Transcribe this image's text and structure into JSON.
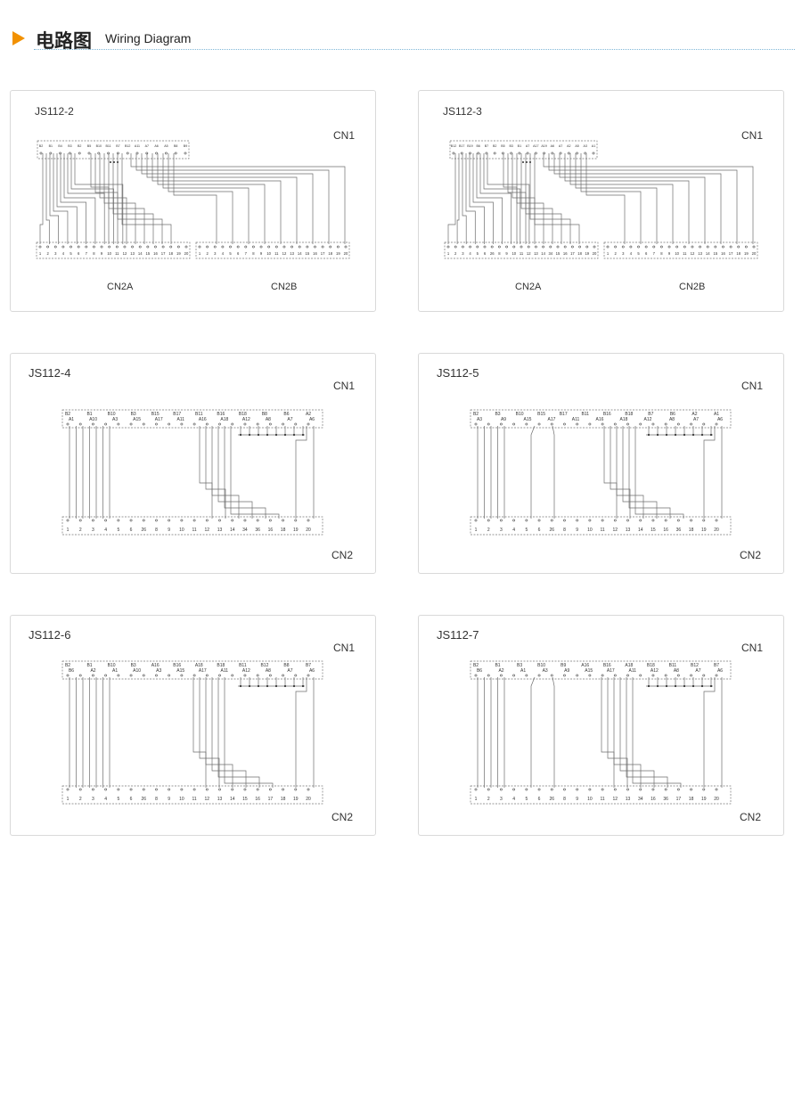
{
  "header": {
    "arrow_color": "#f29100",
    "title_zh": "电路图",
    "title_en": "Wiring Diagram"
  },
  "panels": [
    {
      "model": "JS112-2",
      "top_connector": "CN1",
      "bottom_connectors": [
        "CN2A",
        "CN2B"
      ],
      "cn1_labels": [
        "B2",
        "B1",
        "B4",
        "B3",
        "B2",
        "B5",
        "B10",
        "B11",
        "B7",
        "B12",
        "A11",
        "A7",
        "A6",
        "A5",
        "B8",
        "B9"
      ],
      "cn2a_pins": [
        "1",
        "2",
        "3",
        "4",
        "5",
        "6",
        "7",
        "8",
        "9",
        "10",
        "11",
        "12",
        "13",
        "14",
        "15",
        "16",
        "17",
        "18",
        "19",
        "20"
      ],
      "cn2b_pins": [
        "1",
        "2",
        "3",
        "4",
        "5",
        "6",
        "7",
        "8",
        "9",
        "10",
        "11",
        "12",
        "13",
        "14",
        "15",
        "16",
        "17",
        "18",
        "19",
        "20"
      ]
    },
    {
      "model": "JS112-3",
      "top_connector": "CN1",
      "bottom_connectors": [
        "CN2A",
        "CN2B"
      ],
      "cn1_labels": [
        "B12",
        "B17",
        "B19",
        "B6",
        "B7",
        "B2",
        "B5",
        "B3",
        "B1",
        "A7",
        "A17",
        "A19",
        "A6",
        "A7",
        "A2",
        "A5",
        "A3",
        "A1"
      ],
      "cn2a_pins": [
        "1",
        "2",
        "3",
        "4",
        "5",
        "6",
        "26",
        "8",
        "9",
        "10",
        "11",
        "12",
        "13",
        "14",
        "34",
        "15",
        "16",
        "17",
        "18",
        "19",
        "20"
      ],
      "cn2b_pins": [
        "1",
        "2",
        "3",
        "4",
        "5",
        "6",
        "7",
        "8",
        "9",
        "10",
        "11",
        "12",
        "13",
        "14",
        "15",
        "16",
        "17",
        "18",
        "19",
        "20"
      ]
    },
    {
      "model": "JS112-4",
      "top_connector": "CN1",
      "bottom_connectors": [
        "CN2"
      ],
      "cn1_labels": [
        "B2",
        "B1",
        "B10",
        "B3",
        "B15",
        "B17",
        "B11",
        "B16",
        "B18",
        "B8",
        "B6",
        "A2",
        "A1",
        "A10",
        "A3",
        "A15",
        "A17",
        "A11",
        "A16",
        "A18",
        "A12",
        "A8",
        "A7",
        "A6"
      ],
      "cn2_pins": [
        "1",
        "2",
        "3",
        "4",
        "5",
        "6",
        "26",
        "8",
        "9",
        "10",
        "11",
        "12",
        "13",
        "14",
        "34",
        "36",
        "16",
        "18",
        "19",
        "20"
      ]
    },
    {
      "model": "JS112-5",
      "top_connector": "CN1",
      "bottom_connectors": [
        "CN2"
      ],
      "cn1_labels": [
        "B2",
        "B3",
        "B10",
        "B15",
        "B17",
        "B11",
        "B16",
        "B18",
        "B7",
        "B6",
        "A2",
        "A1",
        "A3",
        "A9",
        "A15",
        "A17",
        "A11",
        "A16",
        "A18",
        "A12",
        "A8",
        "A7",
        "A6"
      ],
      "cn2_pins": [
        "1",
        "2",
        "3",
        "4",
        "5",
        "6",
        "26",
        "8",
        "9",
        "10",
        "11",
        "12",
        "13",
        "14",
        "15",
        "16",
        "36",
        "18",
        "19",
        "20"
      ]
    },
    {
      "model": "JS112-6",
      "top_connector": "CN1",
      "bottom_connectors": [
        "CN2"
      ],
      "cn1_labels": [
        "B2",
        "B1",
        "B10",
        "B3",
        "A16",
        "B16",
        "A18",
        "B18",
        "B11",
        "B12",
        "B8",
        "B7",
        "B6",
        "A2",
        "A1",
        "A10",
        "A3",
        "A15",
        "A17",
        "A11",
        "A12",
        "A8",
        "A7",
        "A6"
      ],
      "cn2_pins": [
        "1",
        "2",
        "3",
        "4",
        "5",
        "6",
        "26",
        "8",
        "9",
        "10",
        "11",
        "12",
        "13",
        "14",
        "15",
        "16",
        "17",
        "18",
        "19",
        "20"
      ]
    },
    {
      "model": "JS112-7",
      "top_connector": "CN1",
      "bottom_connectors": [
        "CN2"
      ],
      "cn1_labels": [
        "B2",
        "B1",
        "B3",
        "B10",
        "B9",
        "A16",
        "B16",
        "A18",
        "B18",
        "B11",
        "B12",
        "B7",
        "B6",
        "A2",
        "A1",
        "A3",
        "A9",
        "A15",
        "A17",
        "A11",
        "A12",
        "A8",
        "A7",
        "A6"
      ],
      "cn2_pins": [
        "1",
        "2",
        "3",
        "4",
        "5",
        "6",
        "26",
        "8",
        "9",
        "10",
        "11",
        "12",
        "13",
        "34",
        "16",
        "36",
        "17",
        "18",
        "19",
        "20"
      ]
    }
  ]
}
